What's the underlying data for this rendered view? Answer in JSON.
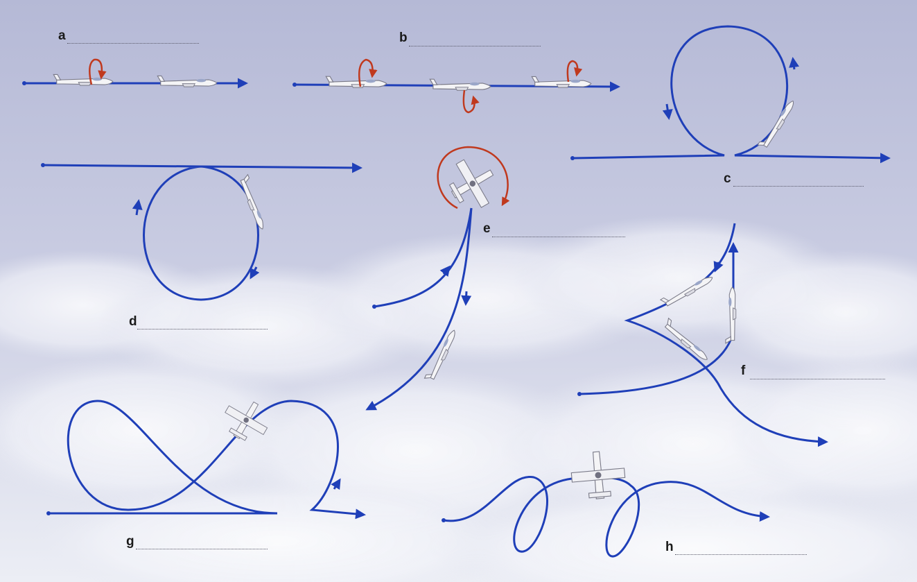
{
  "colors": {
    "path": "#1f3fb8",
    "rotation": "#c0391e",
    "sky_top": "#b8bcd8",
    "sky_bottom": "#eef0f6",
    "cloud": "#ffffff"
  },
  "items": [
    {
      "id": "a",
      "letter": "a"
    },
    {
      "id": "b",
      "letter": "b"
    },
    {
      "id": "c",
      "letter": "c"
    },
    {
      "id": "d",
      "letter": "d"
    },
    {
      "id": "e",
      "letter": "e"
    },
    {
      "id": "f",
      "letter": "f"
    },
    {
      "id": "g",
      "letter": "g"
    },
    {
      "id": "h",
      "letter": "h"
    }
  ]
}
